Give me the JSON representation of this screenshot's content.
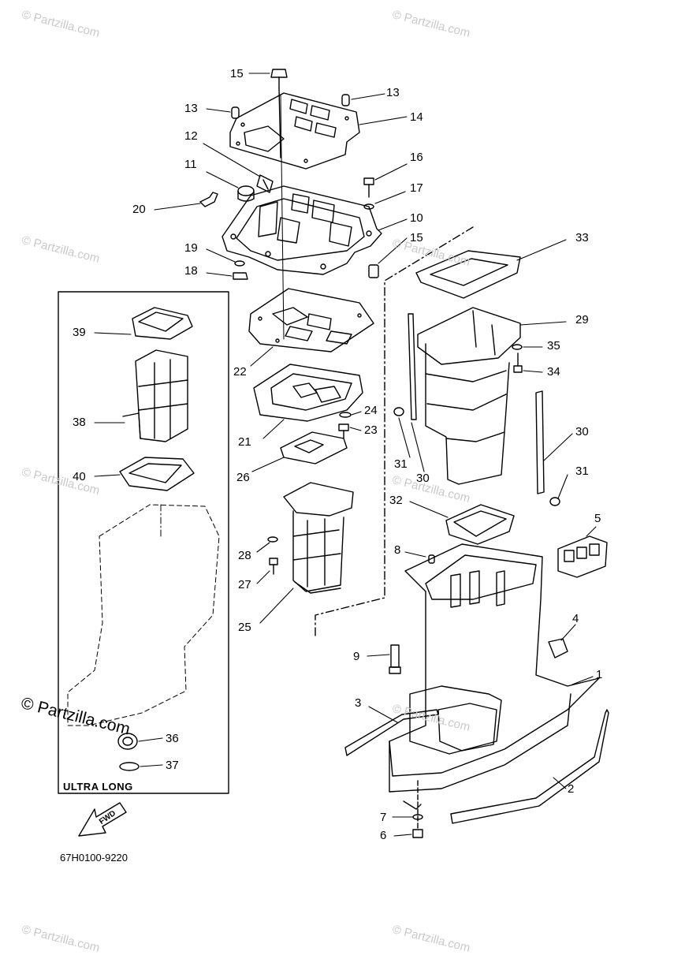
{
  "watermark": {
    "symbol": "©",
    "text": "Partzilla.com"
  },
  "inset": {
    "label": "ULTRA LONG"
  },
  "direction": {
    "label": "FWD"
  },
  "diagram_code": "67H0100-9220",
  "callouts": {
    "c1": "1",
    "c2": "2",
    "c3": "3",
    "c4": "4",
    "c5": "5",
    "c6": "6",
    "c7": "7",
    "c8": "8",
    "c9": "9",
    "c10": "10",
    "c11": "11",
    "c12": "12",
    "c13a": "13",
    "c13b": "13",
    "c14": "14",
    "c15a": "15",
    "c15b": "15",
    "c16": "16",
    "c17": "17",
    "c18": "18",
    "c19": "19",
    "c20": "20",
    "c21": "21",
    "c22": "22",
    "c23": "23",
    "c24": "24",
    "c25": "25",
    "c26": "26",
    "c27": "27",
    "c28": "28",
    "c29": "29",
    "c30a": "30",
    "c30b": "30",
    "c31a": "31",
    "c31b": "31",
    "c32": "32",
    "c33": "33",
    "c34": "34",
    "c35": "35",
    "c36": "36",
    "c37": "37",
    "c38": "38",
    "c39": "39",
    "c40": "40"
  }
}
